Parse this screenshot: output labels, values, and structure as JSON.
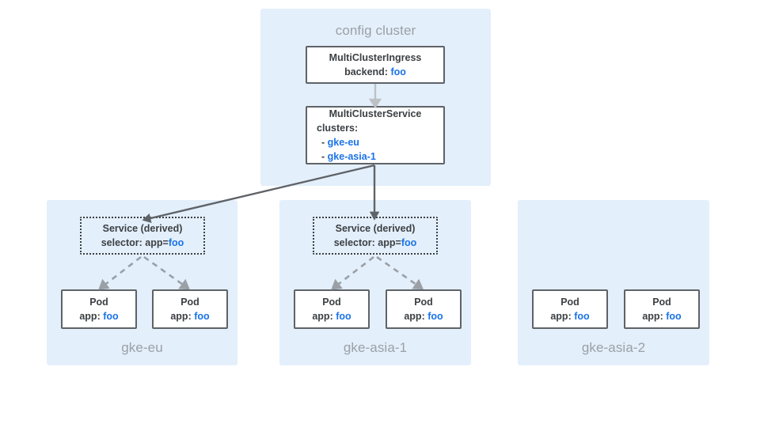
{
  "diagram": {
    "title_config_cluster": "config cluster",
    "blue_value": "foo",
    "colors": {
      "panel_bg": "#e3effb",
      "box_border": "#5f6368",
      "text": "#3c4043",
      "accent_blue": "#1a73e8",
      "muted_gray": "#9aa0a6",
      "connector_dark": "#5f6368",
      "connector_light": "#bdc1c6"
    }
  },
  "config_cluster": {
    "label": "config cluster",
    "multiclusteringress": {
      "title": "MultiClusterIngress",
      "field_label": "backend:",
      "field_value": "foo"
    },
    "multiclusterservice": {
      "title": "MultiClusterService",
      "field_label": "clusters:",
      "items": [
        {
          "bullet": "-",
          "value": "gke-eu"
        },
        {
          "bullet": "-",
          "value": "gke-asia-1"
        }
      ]
    }
  },
  "clusters": [
    {
      "name": "gke-eu",
      "has_service": true,
      "service": {
        "title": "Service (derived)",
        "selector_label": "selector: app=",
        "selector_value": "foo"
      },
      "pods": [
        {
          "title": "Pod",
          "label": "app:",
          "value": "foo"
        },
        {
          "title": "Pod",
          "label": "app:",
          "value": "foo"
        }
      ]
    },
    {
      "name": "gke-asia-1",
      "has_service": true,
      "service": {
        "title": "Service (derived)",
        "selector_label": "selector: app=",
        "selector_value": "foo"
      },
      "pods": [
        {
          "title": "Pod",
          "label": "app:",
          "value": "foo"
        },
        {
          "title": "Pod",
          "label": "app:",
          "value": "foo"
        }
      ]
    },
    {
      "name": "gke-asia-2",
      "has_service": false,
      "service": null,
      "pods": [
        {
          "title": "Pod",
          "label": "app:",
          "value": "foo"
        },
        {
          "title": "Pod",
          "label": "app:",
          "value": "foo"
        }
      ]
    }
  ]
}
